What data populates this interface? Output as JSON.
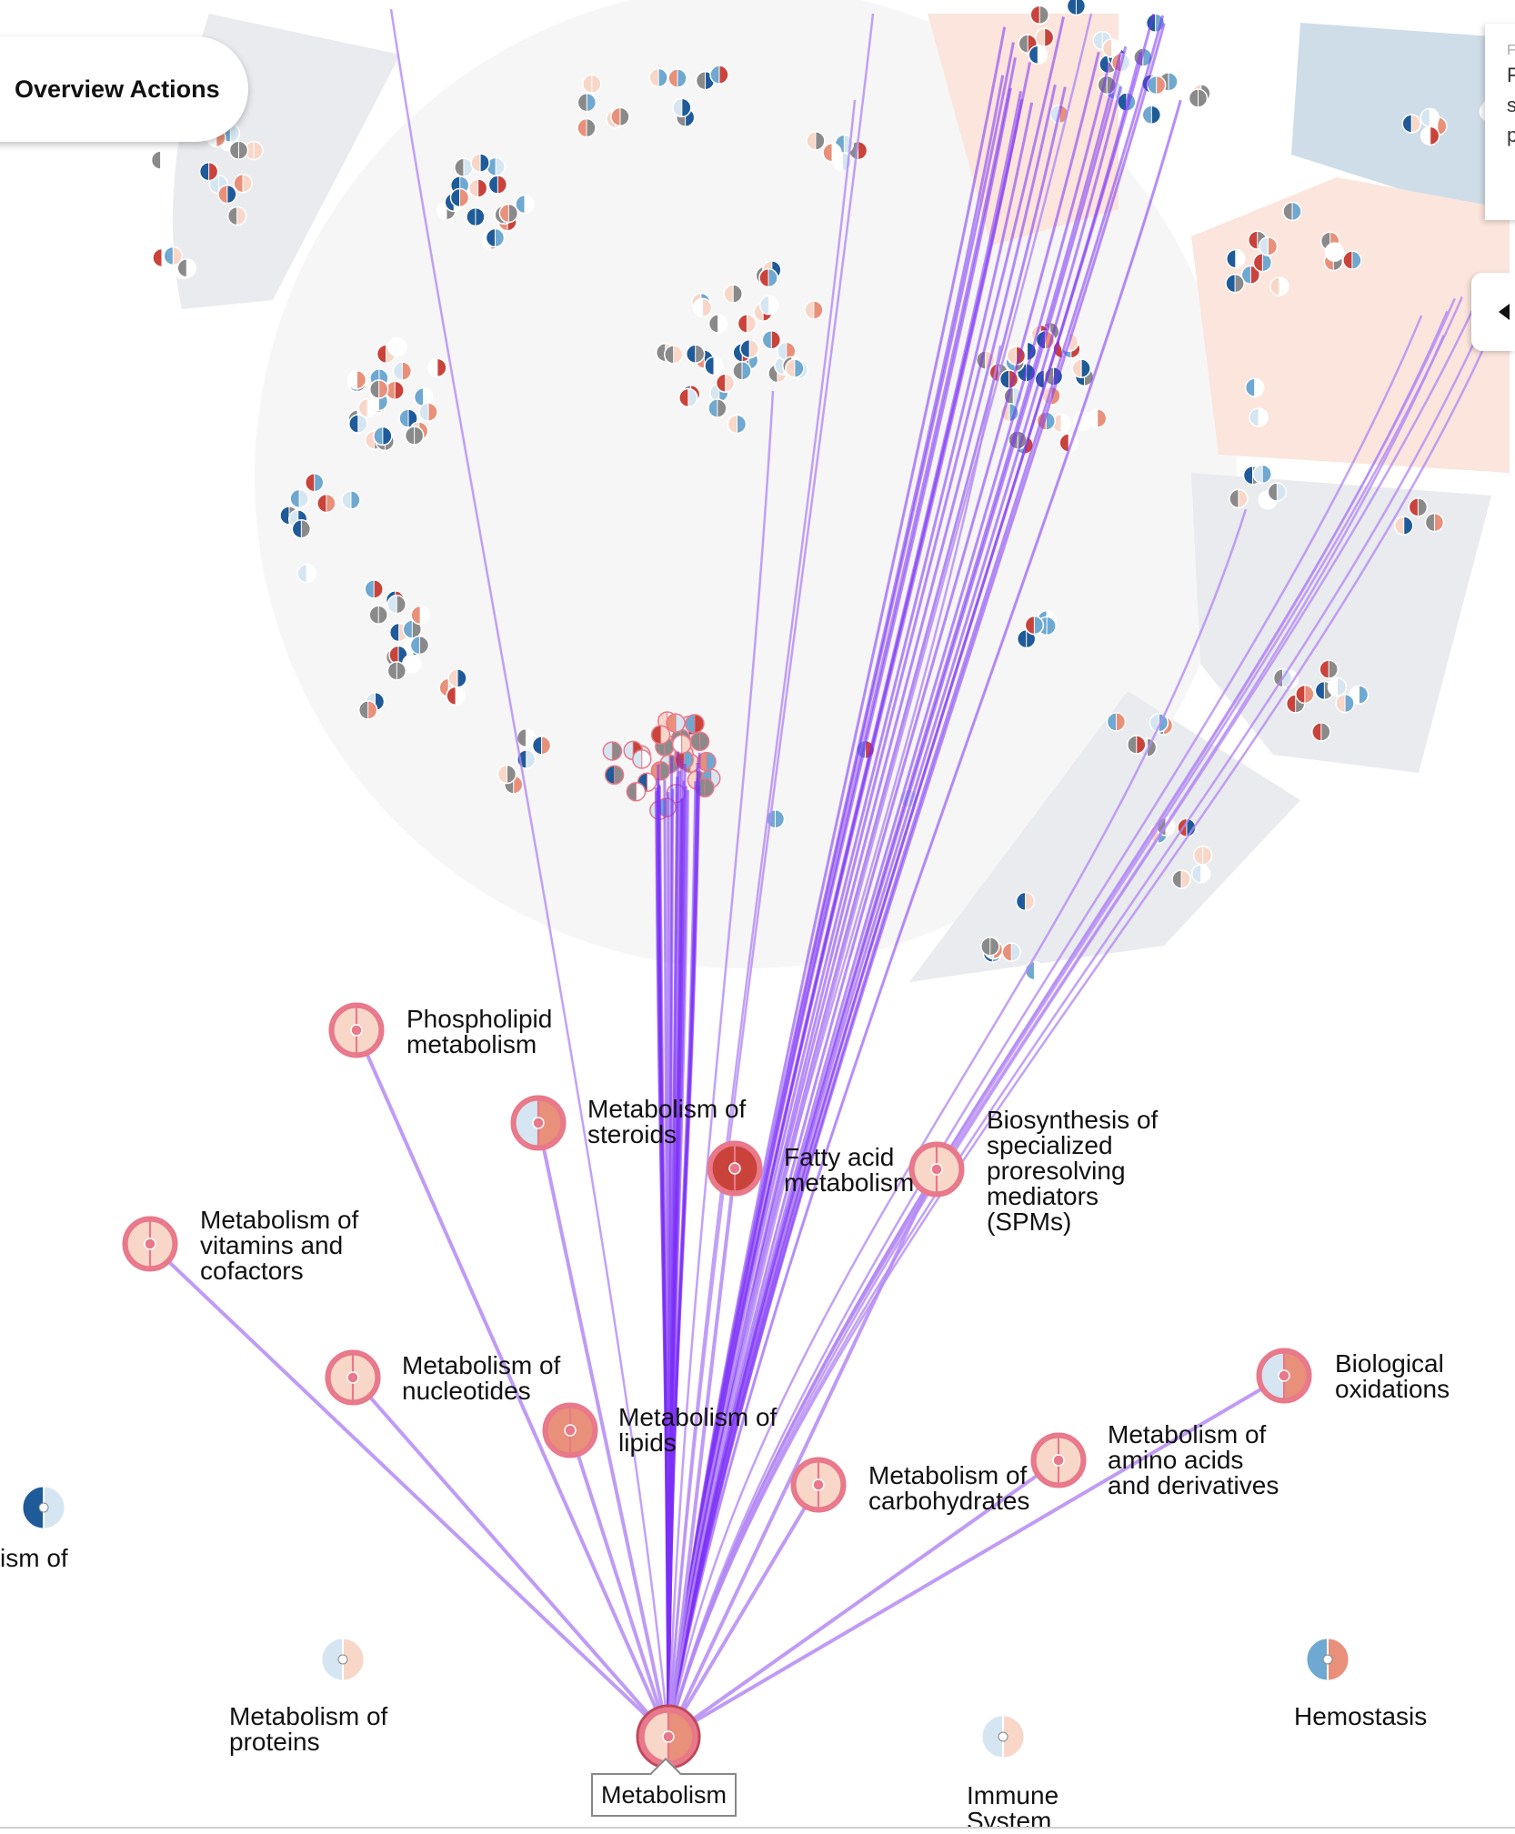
{
  "toolbar": {
    "overview_actions_label": "Overview Actions"
  },
  "side_panel": {
    "letters": [
      "F",
      "s",
      "p"
    ],
    "small": "F"
  },
  "colors": {
    "edge": "#7b2ff7",
    "edge_light": "#b48af5",
    "node_ring": "#e8788a",
    "up_strong": "#c9433b",
    "up_mid": "#e8907a",
    "up_light": "#f8d7c8",
    "down_light": "#d5e6f2",
    "down_mid": "#6fa8d0",
    "down_strong": "#1f5a99",
    "neutral": "#8a8a8a",
    "region_gray": "#e9ebee",
    "region_light": "#f6f6f6",
    "region_peach": "#fbe5dc",
    "region_blue": "#cfdde9"
  },
  "pathways": [
    {
      "id": "metabolism",
      "label": "Metabolism",
      "selected": true,
      "left": "up_light",
      "right": "up_mid"
    },
    {
      "id": "phospholipid",
      "label": "Phospholipid\nmetabolism",
      "left": "up_light",
      "right": "up_light"
    },
    {
      "id": "steroids",
      "label": "Metabolism of\nsteroids",
      "left": "down_light",
      "right": "up_mid"
    },
    {
      "id": "fatty-acid",
      "label": "Fatty acid\nmetabolism",
      "left": "up_strong",
      "right": "up_strong"
    },
    {
      "id": "spms",
      "label": "Biosynthesis of\nspecialized\nproresolving\nmediators\n(SPMs)",
      "left": "up_light",
      "right": "up_light"
    },
    {
      "id": "vitamins",
      "label": "Metabolism of\nvitamins and\ncofactors",
      "left": "up_light",
      "right": "up_light"
    },
    {
      "id": "nucleotides",
      "label": "Metabolism of\nnucleotides",
      "left": "up_light",
      "right": "up_light"
    },
    {
      "id": "lipids",
      "label": "Metabolism of\nlipids",
      "left": "up_mid",
      "right": "up_mid"
    },
    {
      "id": "carbohydrates",
      "label": "Metabolism of\ncarbohydrates",
      "left": "up_light",
      "right": "up_light"
    },
    {
      "id": "amino-acids",
      "label": "Metabolism of\namino acids\nand derivatives",
      "left": "up_light",
      "right": "up_light"
    },
    {
      "id": "biological-oxidations",
      "label": "Biological\noxidations",
      "left": "down_light",
      "right": "up_mid"
    },
    {
      "id": "proteins",
      "label": "Metabolism of\nproteins",
      "left": "down_light",
      "right": "up_light"
    },
    {
      "id": "immune",
      "label": "Immune\nSystem",
      "left": "down_light",
      "right": "up_light"
    },
    {
      "id": "hemostasis",
      "label": "Hemostasis",
      "left": "down_mid",
      "right": "up_mid"
    },
    {
      "id": "partial-left",
      "label": "ism of",
      "left": "down_strong",
      "right": "down_light"
    }
  ]
}
